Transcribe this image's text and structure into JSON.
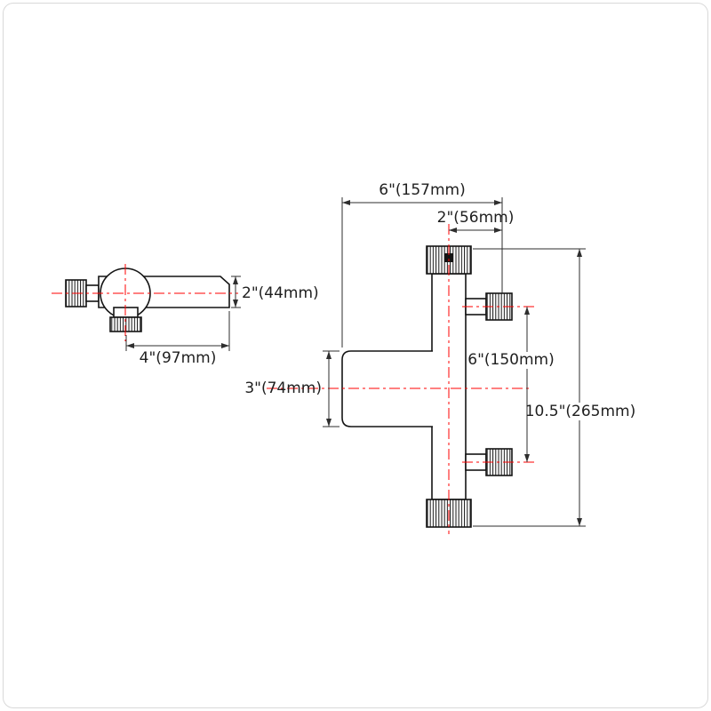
{
  "page": {
    "background": "#ffffff",
    "frame_border": "#d9d9d9"
  },
  "colors": {
    "outline": "#141414",
    "dimension": "#2e2e2e",
    "centerline": "#ff0000",
    "label": "#1f1f1f"
  },
  "side_view": {
    "height_label": "2\"(44mm)",
    "width_label": "4\"(97mm)"
  },
  "front_view": {
    "total_width_label": "6\"(157mm)",
    "offset_label": "2\"(56mm)",
    "handle_height_label": "3\"(74mm)",
    "port_span_label": "6\"(150mm)",
    "total_height_label": "10.5\"(265mm)"
  }
}
